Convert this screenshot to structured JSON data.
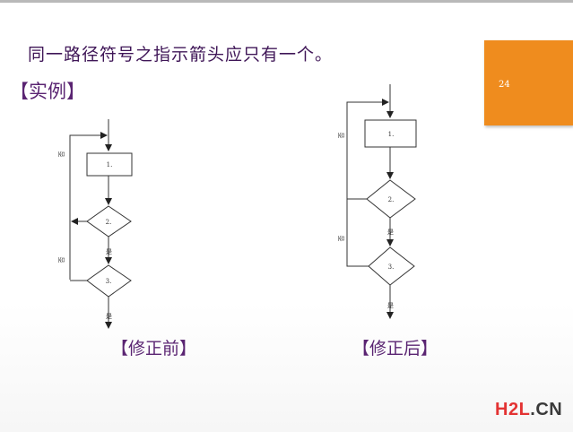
{
  "slide": {
    "title": "同一路径符号之指示箭头应只有一个。",
    "example_label": "【实例】",
    "page_number": "24"
  },
  "diagram_before": {
    "caption": "【修正前】",
    "nodes": {
      "step1": "1.",
      "decision2": "2.",
      "decision3": "3."
    },
    "labels": {
      "no_top": "否",
      "no_bottom": "否",
      "yes_2": "是",
      "yes_3": "是"
    }
  },
  "diagram_after": {
    "caption": "【修正后】",
    "nodes": {
      "step1": "1.",
      "decision2": "2.",
      "decision3": "3."
    },
    "labels": {
      "no_top": "否",
      "no_bottom": "否",
      "yes_2": "是",
      "yes_3": "是"
    }
  },
  "watermark": {
    "part1": "H2L",
    "part2": ".CN"
  },
  "colors": {
    "accent_box": "#ef8c1e",
    "title_text": "#3f1657",
    "watermark_red": "#e33333"
  }
}
